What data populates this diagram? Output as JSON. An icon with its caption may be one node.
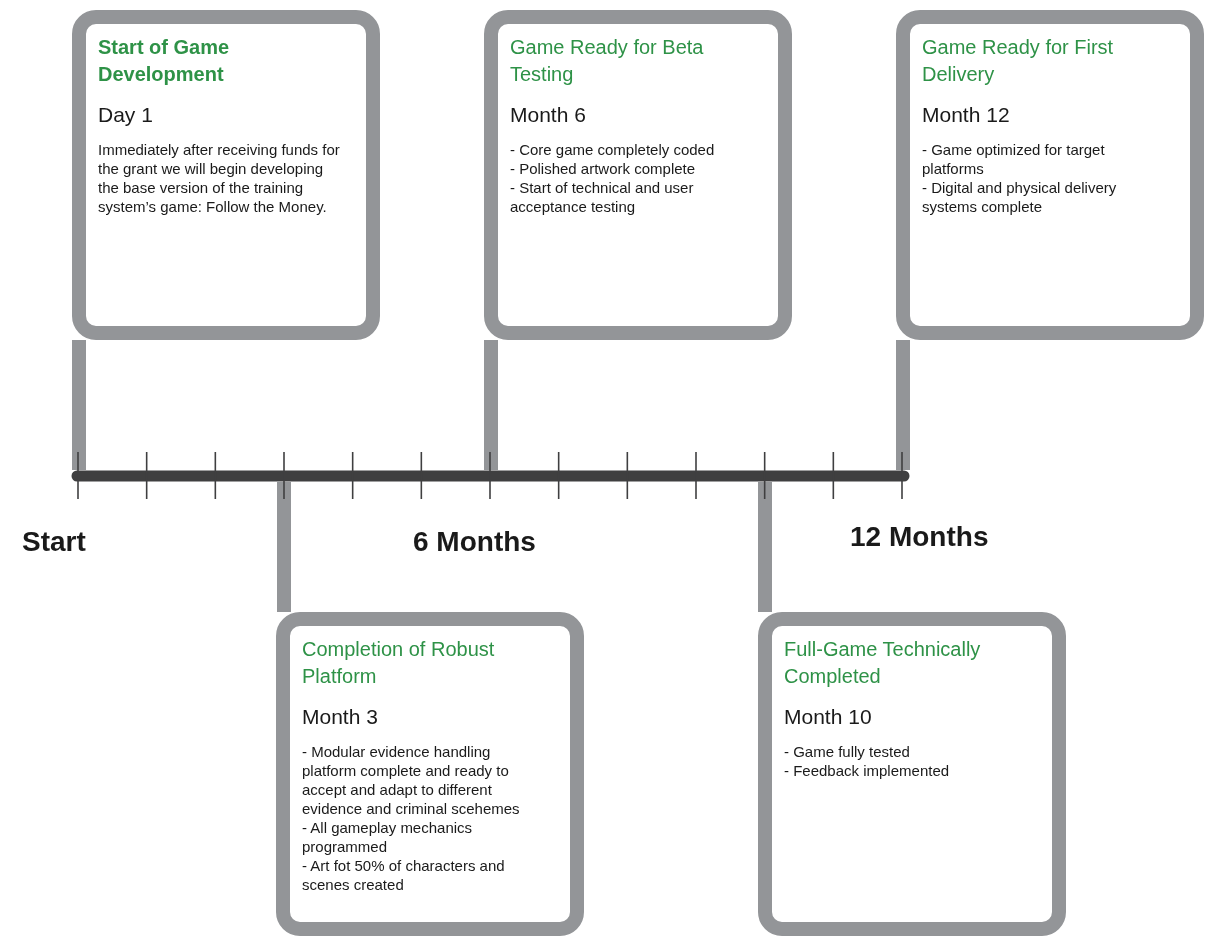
{
  "diagram": {
    "nodes": [
      {
        "text": [
          "Start of Game Development",
          "Day 1",
          "Immediately after receiving funds for the grant we will begin developing the base version of the training system’s game: Follow the Money."
        ]
      },
      {
        "text": [
          "Game Ready for Beta Testing",
          "Month 6",
          "- Core game completely coded",
          "- Polished artwork complete",
          "- Start of technical and user acceptance testing"
        ]
      },
      {
        "text": [
          "Game Ready for First Delivery",
          "Month 12",
          "- Game optimized for target platforms",
          "- Digital and physical delivery systems complete"
        ]
      },
      {
        "text": [
          "Completion of Robust Platform",
          "Month 3",
          "- Modular evidence handling platform complete and ready to accept and adapt to different evidence and criminal scehemes",
          "- All gameplay mechanics programmed",
          "- Art fot 50% of characters and scenes created"
        ]
      },
      {
        "text": [
          "Full-Game Technically Completed",
          "Month 10",
          "- Game fully tested",
          "- Feedback implemented"
        ]
      },
      {
        "text": [],
        "shape": "bar"
      }
    ],
    "edges": [
      {
        "from": 0,
        "to": 5,
        "arrow": "none"
      },
      {
        "from": 1,
        "to": 5,
        "arrow": "none"
      },
      {
        "from": 2,
        "to": 5,
        "arrow": "none"
      },
      {
        "from": 3,
        "to": 5,
        "arrow": "none"
      },
      {
        "from": 4,
        "to": 5,
        "arrow": "none"
      }
    ],
    "labels": [
      "Start",
      "6 Months",
      "12 Months"
    ]
  }
}
